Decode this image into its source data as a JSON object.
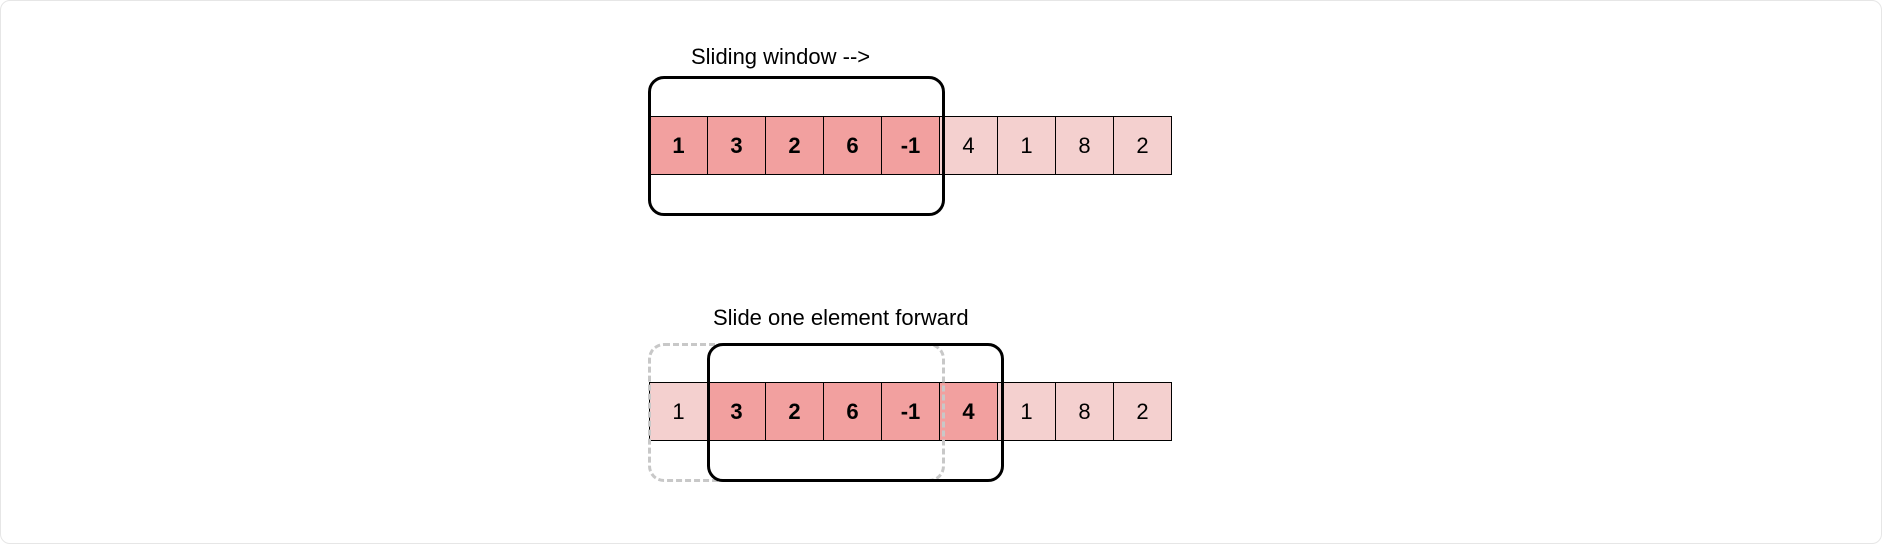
{
  "diagrams": [
    {
      "caption": "Sliding window -->",
      "cells": [
        {
          "value": "1",
          "in_window": true
        },
        {
          "value": "3",
          "in_window": true
        },
        {
          "value": "2",
          "in_window": true
        },
        {
          "value": "6",
          "in_window": true
        },
        {
          "value": "-1",
          "in_window": true
        },
        {
          "value": "4",
          "in_window": false
        },
        {
          "value": "1",
          "in_window": false
        },
        {
          "value": "8",
          "in_window": false
        },
        {
          "value": "2",
          "in_window": false
        }
      ]
    },
    {
      "caption": "Slide one element forward",
      "cells": [
        {
          "value": "1",
          "in_window": false
        },
        {
          "value": "3",
          "in_window": true
        },
        {
          "value": "2",
          "in_window": true
        },
        {
          "value": "6",
          "in_window": true
        },
        {
          "value": "-1",
          "in_window": true
        },
        {
          "value": "4",
          "in_window": true
        },
        {
          "value": "1",
          "in_window": false
        },
        {
          "value": "8",
          "in_window": false
        },
        {
          "value": "2",
          "in_window": false
        }
      ]
    }
  ],
  "colors": {
    "window_cell": "#f2a09f",
    "other_cell": "#f4d0cf",
    "window_border": "#000000",
    "previous_window_border": "#c8c8c8"
  }
}
